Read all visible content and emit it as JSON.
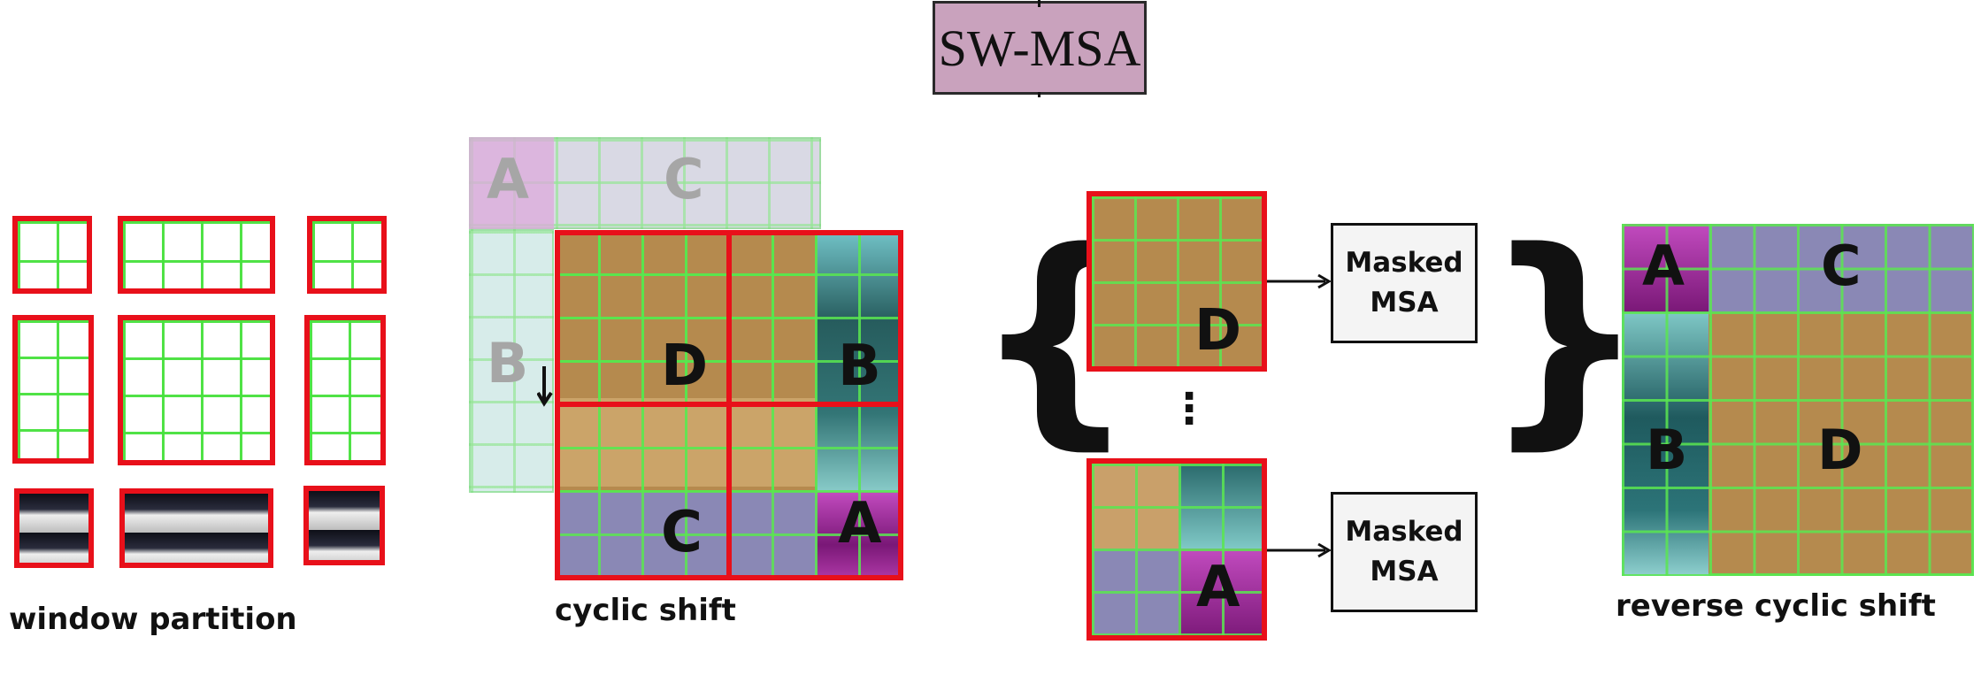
{
  "title": "SW-MSA",
  "captions": {
    "window_partition": "window partition",
    "cyclic_shift": "cyclic shift",
    "reverse_cyclic_shift": "reverse cyclic shift"
  },
  "cyclic_shift_labels": {
    "ghost_a": "A",
    "ghost_c": "C",
    "ghost_b": "B",
    "d": "D",
    "b": "B",
    "c": "C",
    "a": "A"
  },
  "msa": {
    "top_window_label": "D",
    "bottom_window_label": "A",
    "ellipsis": "⋮",
    "box1": {
      "line1": "Masked",
      "line2": "MSA"
    },
    "box2": {
      "line1": "Masked",
      "line2": "MSA"
    }
  },
  "reverse_labels": {
    "a": "A",
    "c": "C",
    "b": "B",
    "d": "D"
  },
  "colors": {
    "window_border": "#e8101a",
    "grid_line": "#46e13c",
    "title_fill": "#c9a2bd",
    "region_a": "#a02a9a",
    "region_b": "#2f6f72",
    "region_c": "#8a88b5",
    "region_d": "#b58a4e"
  }
}
